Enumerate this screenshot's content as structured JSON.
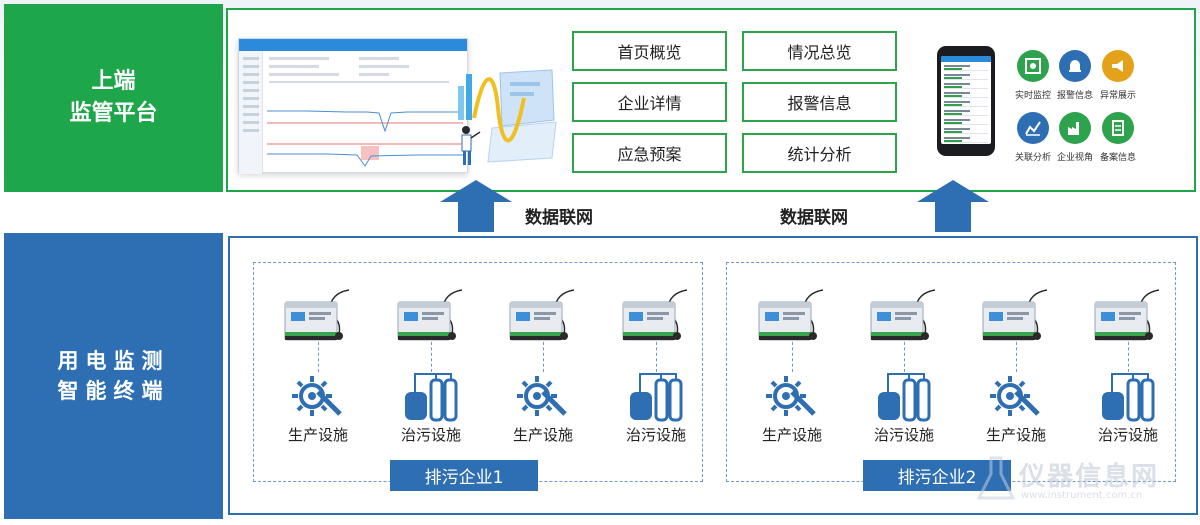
{
  "platform": {
    "label_line1": "上端",
    "label_line2": "监管平台",
    "menu": [
      "首页概览",
      "情况总览",
      "企业详情",
      "报警信息",
      "应急预案",
      "统计分析"
    ],
    "apps": [
      {
        "label": "实时监控",
        "icon": "monitor-icon",
        "color": "#2fa24d"
      },
      {
        "label": "报警信息",
        "icon": "alarm-icon",
        "color": "#2e6fb3"
      },
      {
        "label": "异常展示",
        "icon": "megaphone-icon",
        "color": "#e3a21a"
      },
      {
        "label": "关联分析",
        "icon": "chart-icon",
        "color": "#2e6fb3"
      },
      {
        "label": "企业视角",
        "icon": "factory-icon",
        "color": "#2fa24d"
      },
      {
        "label": "备案信息",
        "icon": "document-icon",
        "color": "#2fa24d"
      }
    ]
  },
  "network": {
    "label_left": "数据联网",
    "label_right": "数据联网"
  },
  "terminal": {
    "label_line1": "用电监测",
    "label_line2": "智能终端"
  },
  "groups": [
    {
      "company": "排污企业1",
      "facilities": [
        "生产设施",
        "治污设施",
        "生产设施",
        "治污设施"
      ]
    },
    {
      "company": "排污企业2",
      "facilities": [
        "生产设施",
        "治污设施",
        "生产设施",
        "治污设施"
      ]
    }
  ],
  "watermark": {
    "text": "仪器信息网",
    "url": "www.instrument.com.cn"
  },
  "colors": {
    "green": "#1ea64a",
    "blue": "#2e6fb3"
  }
}
